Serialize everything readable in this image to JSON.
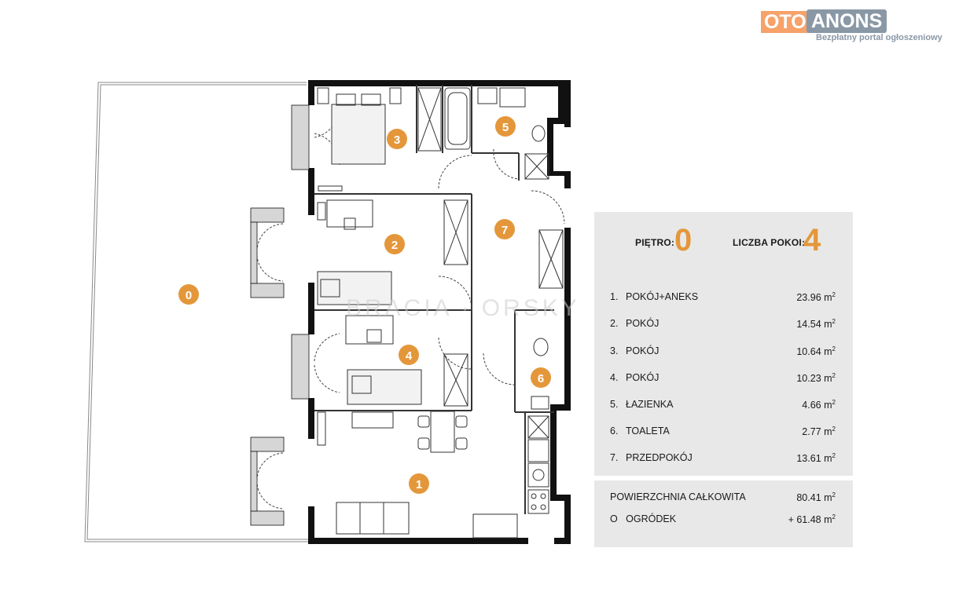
{
  "logo": {
    "part1": "OTO",
    "part2": "ANONS",
    "tagline": "Bezpłatny portal ogłoszeniowy"
  },
  "watermark": "BRACIA · ORSKY",
  "plan_labels": [
    "0",
    "1",
    "2",
    "3",
    "4",
    "5",
    "6",
    "7"
  ],
  "legend": {
    "floor_label": "PIĘTRO:",
    "floor_value": "0",
    "rooms_label": "LICZBA POKOI:",
    "rooms_value": "4",
    "rooms": [
      {
        "num": "1.",
        "name": "POKÓJ+ANEKS",
        "area": "23.96",
        "unit": "m",
        "exp": "2"
      },
      {
        "num": "2.",
        "name": "POKÓJ",
        "area": "14.54",
        "unit": "m",
        "exp": "2"
      },
      {
        "num": "3.",
        "name": "POKÓJ",
        "area": "10.64",
        "unit": "m",
        "exp": "2"
      },
      {
        "num": "4.",
        "name": "POKÓJ",
        "area": "10.23",
        "unit": "m",
        "exp": "2"
      },
      {
        "num": "5.",
        "name": "ŁAZIENKA",
        "area": "4.66",
        "unit": "m",
        "exp": "2"
      },
      {
        "num": "6.",
        "name": "TOALETA",
        "area": "2.77",
        "unit": "m",
        "exp": "2"
      },
      {
        "num": "7.",
        "name": "PRZEDPOKÓJ",
        "area": "13.61",
        "unit": "m",
        "exp": "2"
      }
    ],
    "total_label": "POWIERZCHNIA CAŁKOWITA",
    "total_area": "80.41",
    "garden_prefix": "O",
    "garden_label": "OGRÓDEK",
    "garden_area": "+ 61.48",
    "unit": "m",
    "exp": "2"
  },
  "colors": {
    "accent": "#e4973a",
    "wall": "#111111",
    "panel": "#e8e8e8",
    "logo_orange": "#f6a26a",
    "logo_grey": "#8a98a6"
  }
}
